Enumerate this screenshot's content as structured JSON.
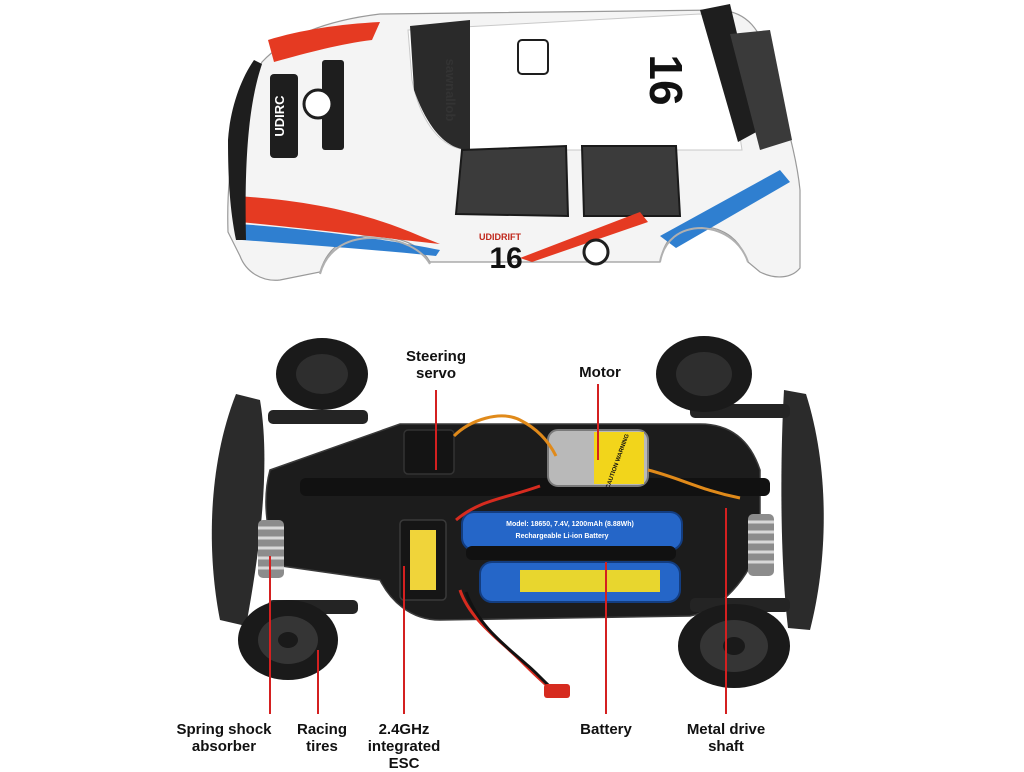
{
  "body_shell": {
    "brand": "UDIRC",
    "race_number": "16",
    "sponsor_side": "sawnallob",
    "sponsor_decal": "UDIDRIFT"
  },
  "chassis": {
    "battery_text_1": "Model: 18650, 7.4V, 1200mAh (8.88Wh)",
    "battery_text_2": "Rechargeable Li-ion Battery",
    "motor_warning": "CAUTION WARNING"
  },
  "callouts": [
    {
      "lines": [
        "Steering",
        "servo"
      ]
    },
    {
      "lines": [
        "Motor"
      ]
    },
    {
      "lines": [
        "Spring shock",
        "absorber"
      ]
    },
    {
      "lines": [
        "Racing",
        "tires"
      ]
    },
    {
      "lines": [
        "2.4GHz",
        "integrated",
        "ESC"
      ]
    },
    {
      "lines": [
        "Battery"
      ]
    },
    {
      "lines": [
        "Metal drive",
        "shaft"
      ]
    }
  ],
  "colors": {
    "callout_line": "#d42020",
    "body_white": "#f4f4f4",
    "accent_red": "#e53a22",
    "accent_blue": "#2f7fd0",
    "chassis_black": "#1c1c1c"
  }
}
